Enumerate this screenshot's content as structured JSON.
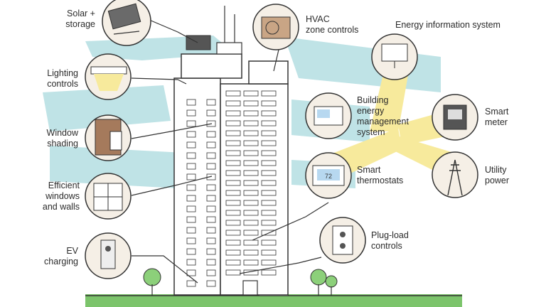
{
  "labels": {
    "solar": "Solar +\nstorage",
    "lighting": "Lighting\ncontrols",
    "shading": "Window\nshading",
    "windows": "Efficient\nwindows\nand walls",
    "ev": "EV\ncharging",
    "hvac": "HVAC\nzone controls",
    "eis": "Energy information system",
    "bems": "Building\nenergy\nmanagement\nsystem",
    "meter": "Smart\nmeter",
    "thermostats": "Smart\nthermostats",
    "utility": "Utility\npower",
    "plug": "Plug-load\ncontrols",
    "thermostat_reading": "72"
  },
  "colors": {
    "ribbon": "#bfe3e6",
    "beam": "#f7ea9c",
    "building": "#ffffff",
    "shadow": "#c9c9c9",
    "outline": "#333333",
    "circle_fill": "#f5efe6",
    "tree": "#8cd07a",
    "ground": "#7cc46b",
    "thermostat_screen": "#b7d8f0"
  },
  "icons": [
    "solar-panel-icon",
    "light-fixture-icon",
    "window-shade-icon",
    "window-icon",
    "ev-charger-icon",
    "air-conditioner-icon",
    "monitor-icon",
    "control-panel-icon",
    "electric-meter-icon",
    "thermostat-icon",
    "power-tower-icon",
    "outlet-icon"
  ]
}
